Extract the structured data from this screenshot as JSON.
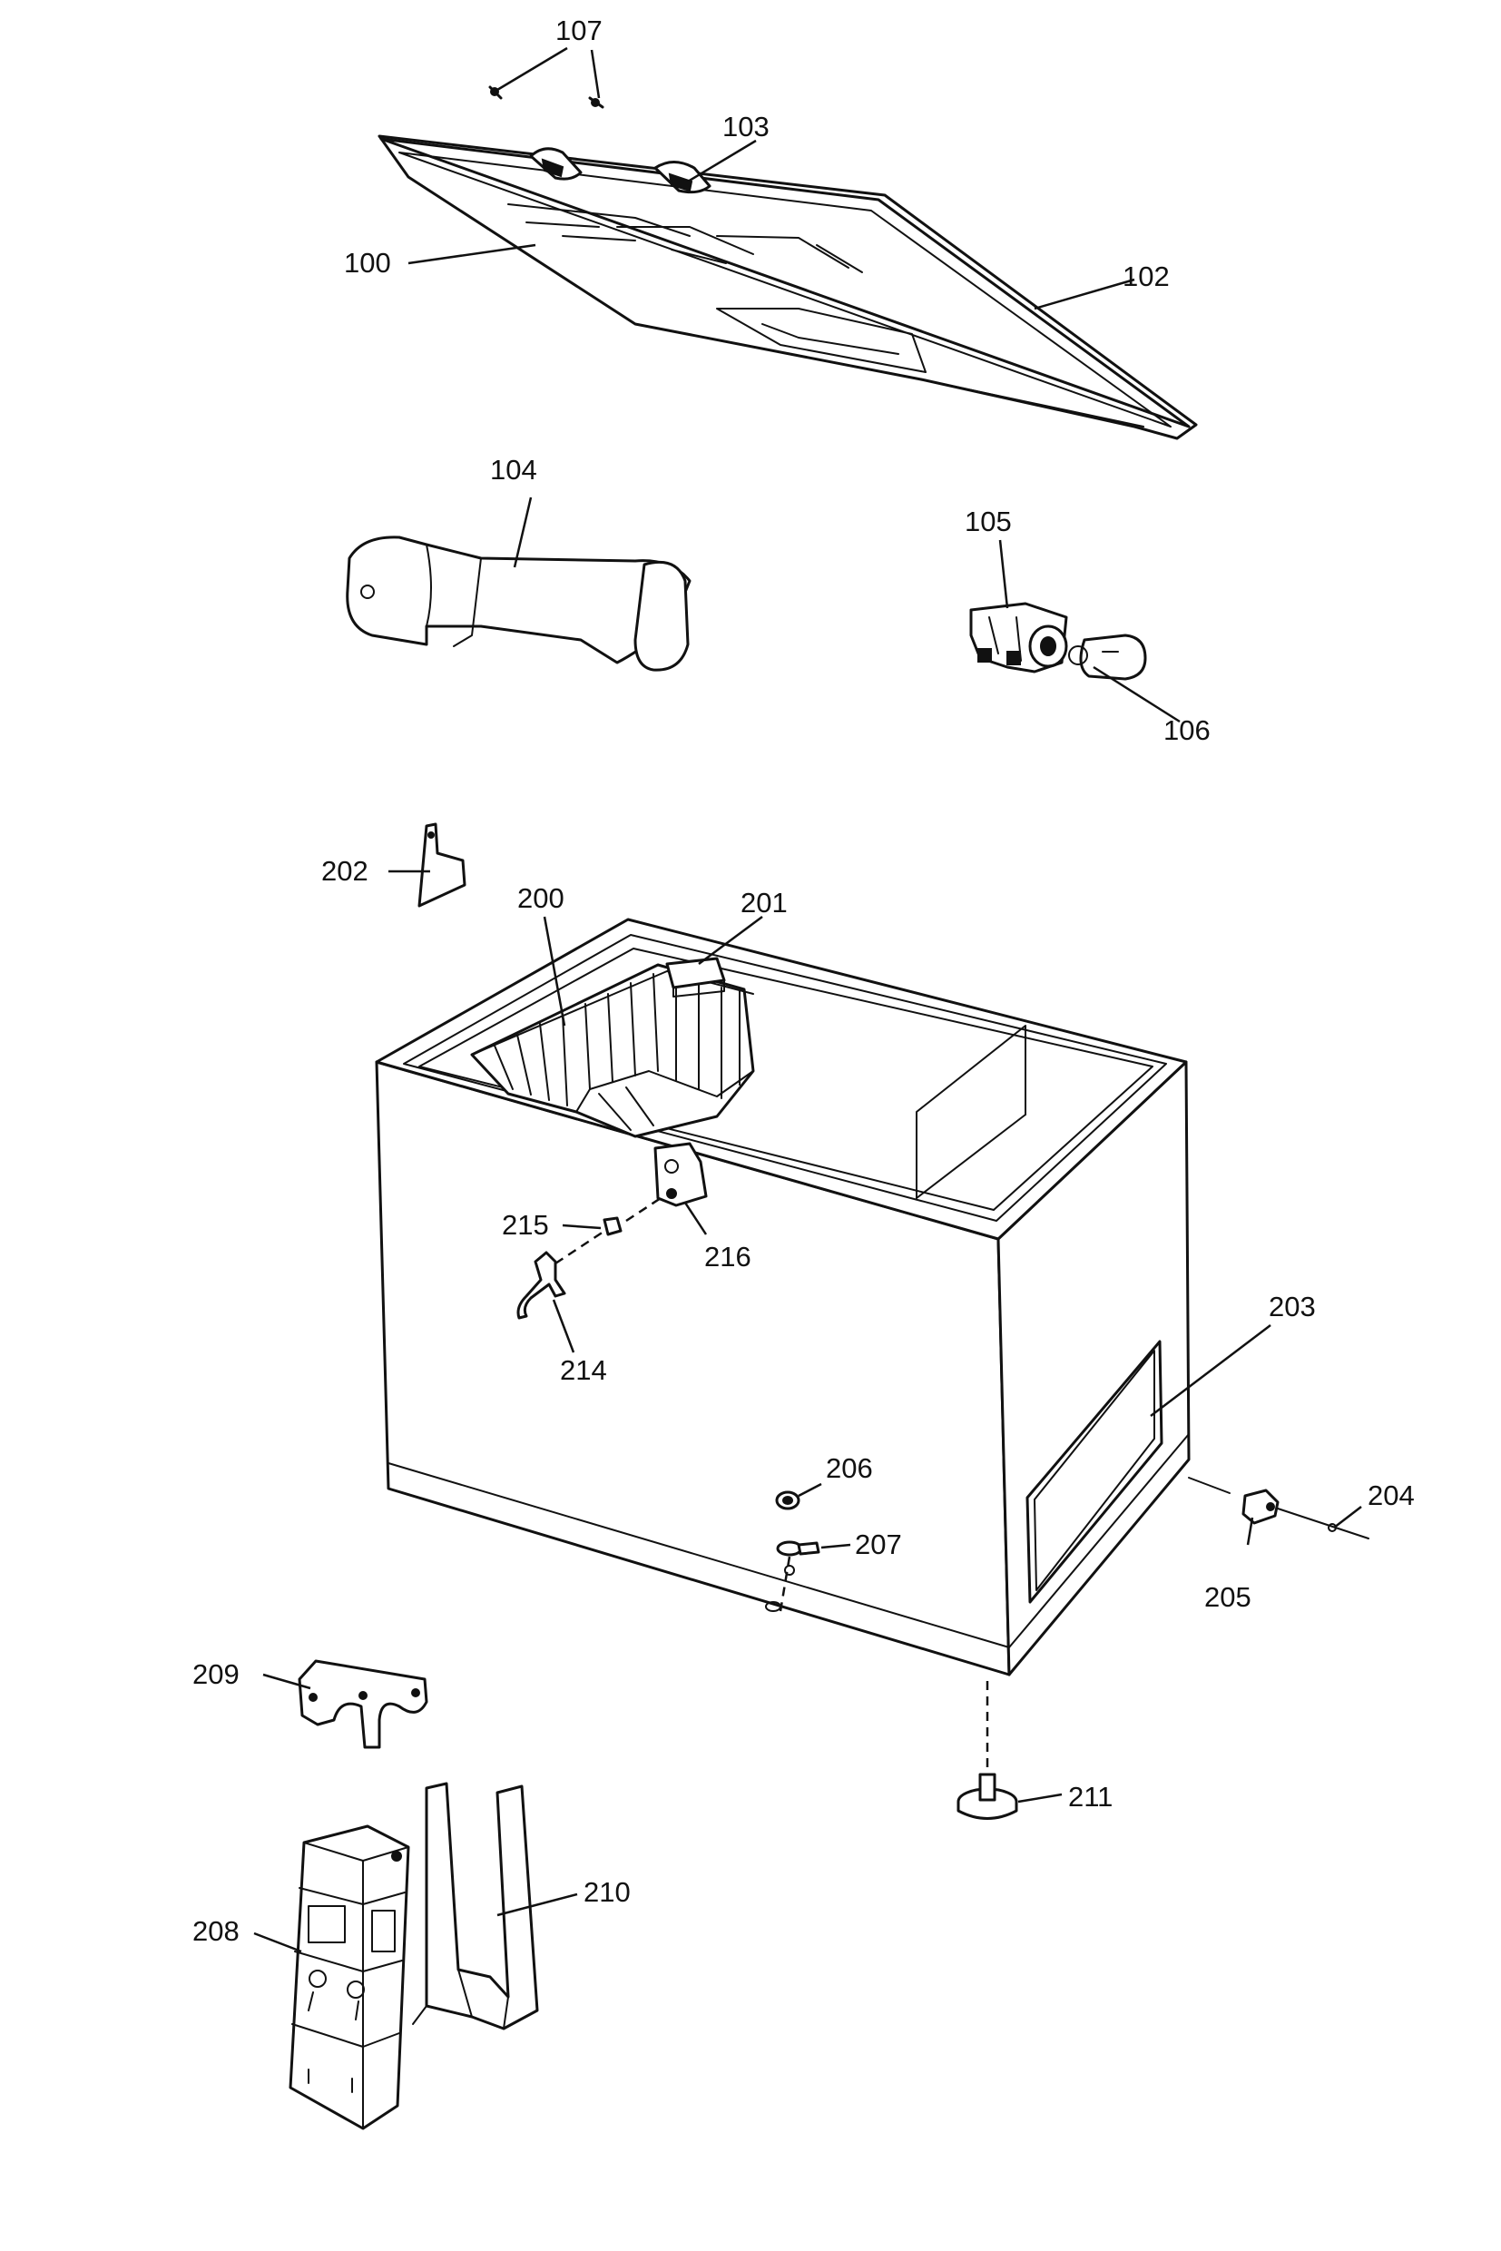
{
  "labels": {
    "p100": "100",
    "p102": "102",
    "p103": "103",
    "p104": "104",
    "p105": "105",
    "p106": "106",
    "p107": "107",
    "p200": "200",
    "p201": "201",
    "p202": "202",
    "p203": "203",
    "p204": "204",
    "p205": "205",
    "p206": "206",
    "p207": "207",
    "p208": "208",
    "p209": "209",
    "p210": "210",
    "p211": "211",
    "p214": "214",
    "p215": "215",
    "p216": "216"
  }
}
